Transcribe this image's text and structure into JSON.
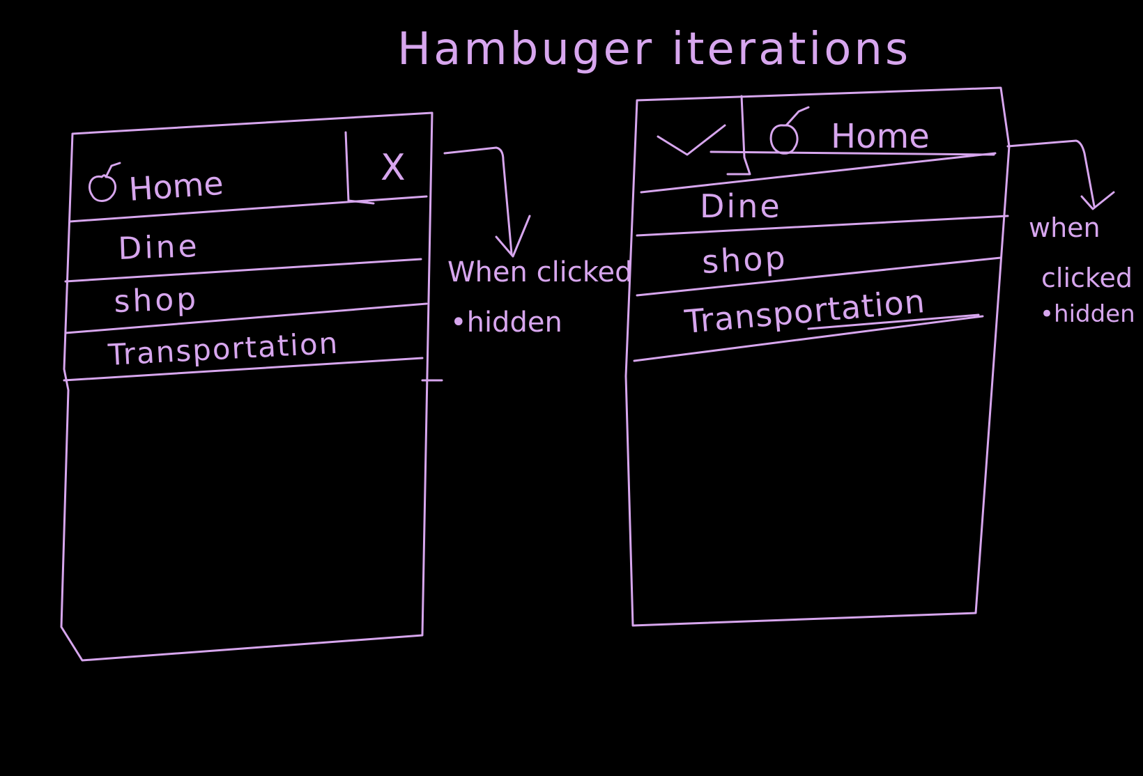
{
  "title": "Hambuger iterations",
  "colors": {
    "background": "#000000",
    "ink": "#d7a6ee"
  },
  "left_menu": {
    "header_label": "Home",
    "home_icon": "apple-icon",
    "close_label": "X",
    "items": [
      "Dine",
      "shop",
      "Transportation"
    ]
  },
  "left_note": {
    "line1": "When clicked",
    "line2": "•hidden"
  },
  "right_menu": {
    "header_label": "Home",
    "home_icon": "apple-icon",
    "toggle_icon": "chevron-down-icon",
    "items": [
      "Dine",
      "shop",
      "Transportation"
    ]
  },
  "right_note": {
    "line1": "when",
    "line2": "clicked",
    "line3": "•hidden"
  }
}
